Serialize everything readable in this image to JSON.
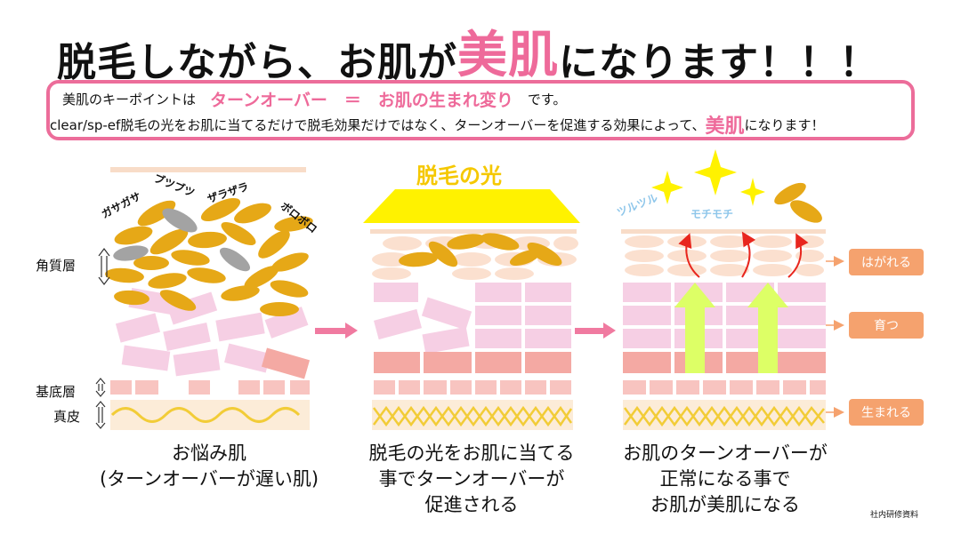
{
  "title": {
    "prefix": "脱毛しながら、お肌が",
    "highlight": "美肌",
    "suffix": "になります！！！"
  },
  "key_box": {
    "line1_prefix": "美肌のキーポイントは",
    "line1_highlight": "ターンオーバー　＝　お肌の生まれ変り",
    "line1_suffix": "です。",
    "line2_prefix": "clear/sp-ef脱毛の光をお肌に当てるだけで脱毛効果だけではなく、ターンオーバーを促進する効果によって、",
    "line2_highlight": "美肌",
    "line2_suffix": "になります！"
  },
  "layers": {
    "horny": "角質層",
    "basal": "基底層",
    "dermis": "真皮"
  },
  "texture_words": [
    "ガサガサ",
    "ブツブツ",
    "ザラザラ",
    "ボロボロ"
  ],
  "smooth_words": [
    "ツルツル",
    "モチモチ"
  ],
  "light_label": "脱毛の光",
  "captions": {
    "c1": [
      "お悩み肌",
      "(ターンオーバーが遅い肌)"
    ],
    "c2": [
      "脱毛の光をお肌に当てる",
      "事でターンオーバーが",
      "促進される"
    ],
    "c3": [
      "お肌のターンオーバーが",
      "正常になる事で",
      "お肌が美肌になる"
    ]
  },
  "tags": [
    "はがれる",
    "育つ",
    "生まれる"
  ],
  "footnote": "社内研修資料",
  "colors": {
    "pink": "#ee6a9a",
    "gold": "#e6a817",
    "light": "#fff200",
    "arrow": "#f07aa0",
    "tag": "#f5a26e",
    "green": "#ddff66",
    "red": "#e8261e"
  }
}
